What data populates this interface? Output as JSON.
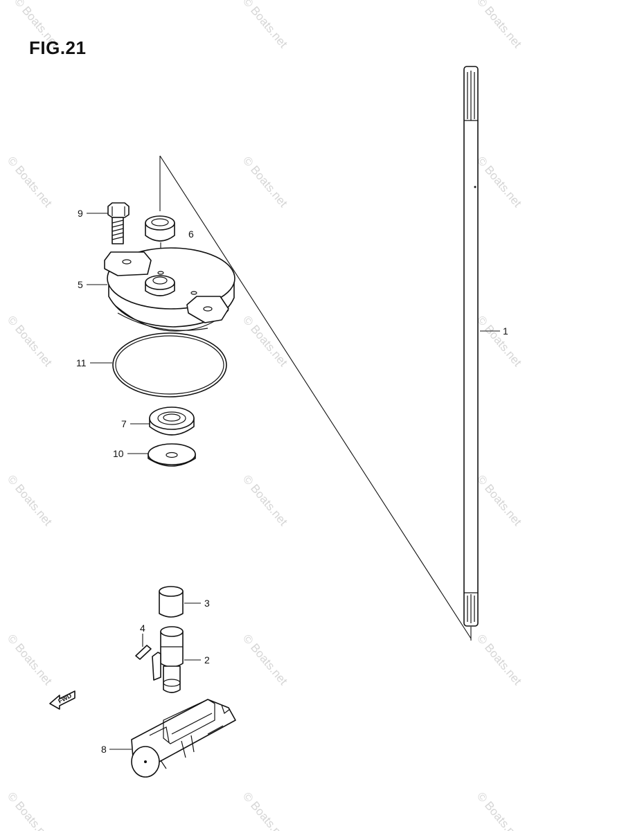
{
  "figure": {
    "title": "FIG.21"
  },
  "watermark": {
    "text": "© Boats.net"
  },
  "direction_marker": {
    "text": "FWD",
    "icon": "forward-arrow-icon"
  },
  "callouts": [
    {
      "id": "part-1",
      "label": "1"
    },
    {
      "id": "part-2",
      "label": "2"
    },
    {
      "id": "part-3",
      "label": "3"
    },
    {
      "id": "part-4",
      "label": "4"
    },
    {
      "id": "part-5",
      "label": "5"
    },
    {
      "id": "part-6",
      "label": "6"
    },
    {
      "id": "part-7",
      "label": "7"
    },
    {
      "id": "part-8",
      "label": "8"
    },
    {
      "id": "part-9",
      "label": "9"
    },
    {
      "id": "part-10",
      "label": "10"
    },
    {
      "id": "part-11",
      "label": "11"
    }
  ]
}
